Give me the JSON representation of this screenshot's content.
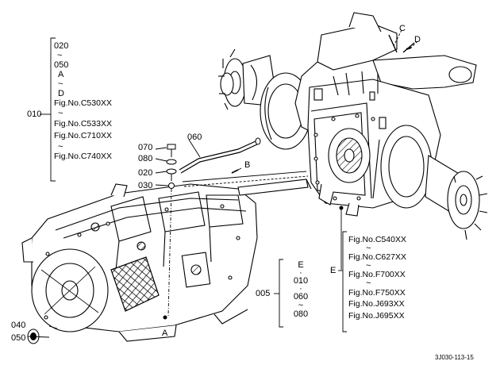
{
  "bracket_left": {
    "ref": "010",
    "lines": [
      "020",
      "~",
      "050",
      "A",
      "~",
      "D",
      "Fig.No.C530XX",
      "~",
      "Fig.No.C533XX",
      "Fig.No.C710XX",
      "~",
      "Fig.No.C740XX"
    ]
  },
  "bracket_bottom": {
    "ref": "005",
    "lines": [
      "E",
      "·",
      "010",
      "·",
      "060",
      "~",
      "080"
    ]
  },
  "bracket_right": {
    "ref": "E",
    "lines": [
      "Fig.No.C540XX",
      "~",
      "Fig.No.C627XX",
      "~",
      "Fig.No.F700XX",
      "~",
      "Fig.No.F750XX",
      "Fig.No.J693XX",
      "Fig.No.J695XX"
    ]
  },
  "callouts": {
    "c070": "070",
    "c080": "080",
    "c060": "060",
    "c020": "020",
    "c030": "030",
    "c040": "040",
    "c050": "050",
    "A": "A",
    "B": "B",
    "C": "C",
    "D": "D"
  },
  "figure_code": "3J030-113-15"
}
